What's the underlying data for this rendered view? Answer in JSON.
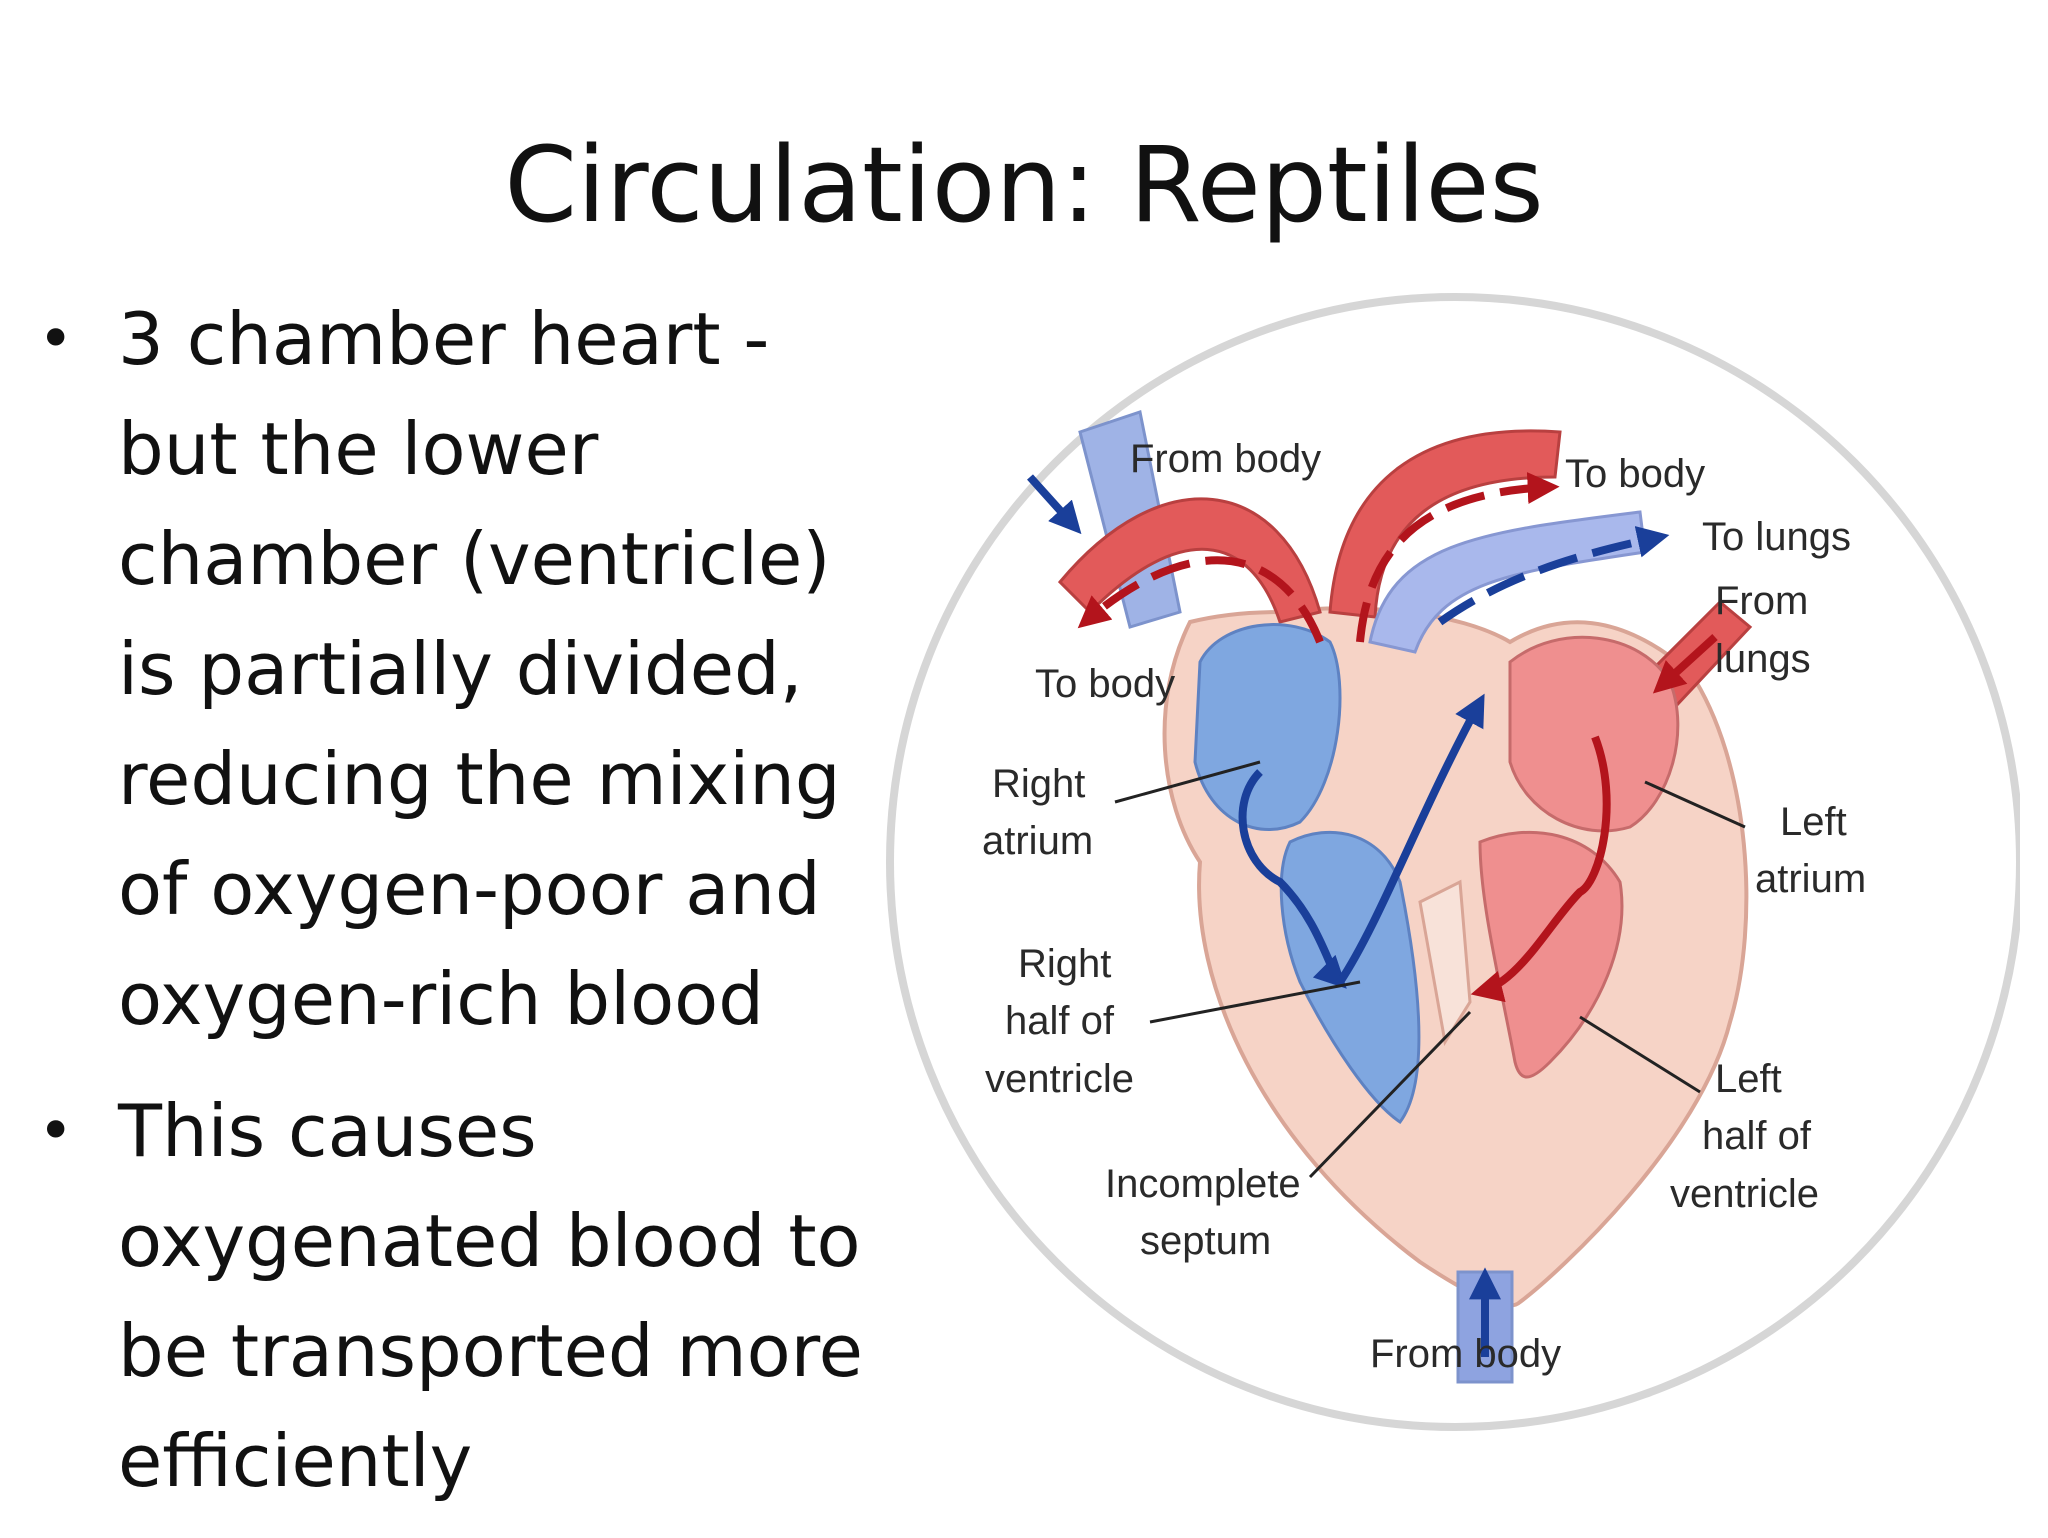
{
  "title": "Circulation:  Reptiles",
  "bullets": [
    "3 chamber heart - but the lower chamber (ventricle) is partially divided, reducing the mixing of oxygen-poor and oxygen-rich blood",
    "This causes oxygenated blood to be transported more efficiently"
  ],
  "diagram": {
    "labels": {
      "from_body_top": "From body",
      "to_body_right": "To body",
      "to_lungs": "To lungs",
      "from_lungs_1": "From",
      "from_lungs_2": "lungs",
      "to_body_left": "To body",
      "right_atrium_1": "Right",
      "right_atrium_2": "atrium",
      "left_atrium_1": "Left",
      "left_atrium_2": "atrium",
      "right_half_1": "Right",
      "right_half_2": "half of",
      "right_half_3": "ventricle",
      "left_half_1": "Left",
      "left_half_2": "half of",
      "left_half_3": "ventricle",
      "septum_1": "Incomplete",
      "septum_2": "septum",
      "from_body_bottom": "From body"
    },
    "colors": {
      "oxygen_poor": "#7fa7e0",
      "oxygen_rich": "#e25a5a",
      "heart_tissue": "#f6d3c6",
      "arrow_blue": "#1a3f9a",
      "arrow_red": "#b3141c",
      "frame": "#d6d6d6"
    }
  }
}
